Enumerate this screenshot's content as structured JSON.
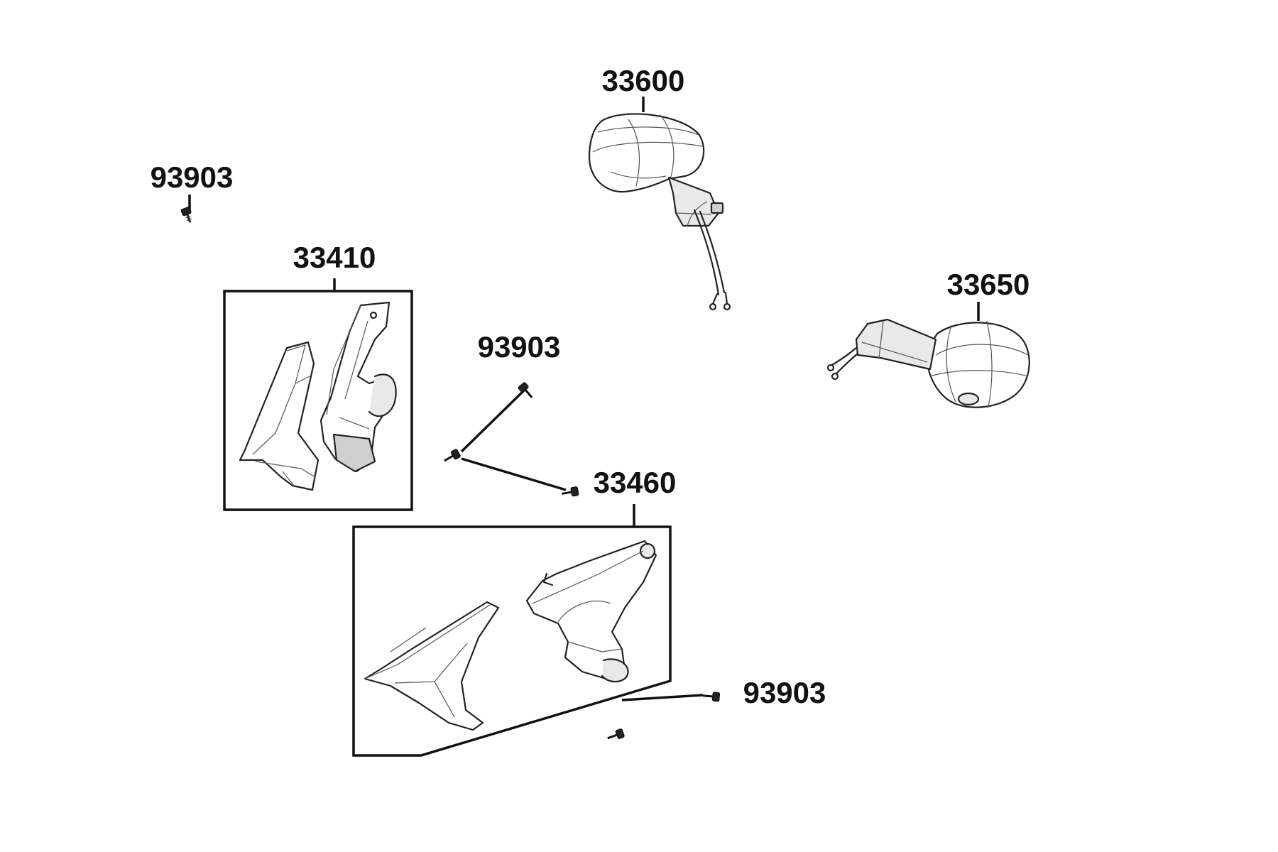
{
  "callouts": {
    "p33600": "33600",
    "p33650": "33650",
    "p33410": "33410",
    "p33460": "33460",
    "p93903_top_left": "93903",
    "p93903_middle": "93903",
    "p93903_bottom": "93903"
  }
}
